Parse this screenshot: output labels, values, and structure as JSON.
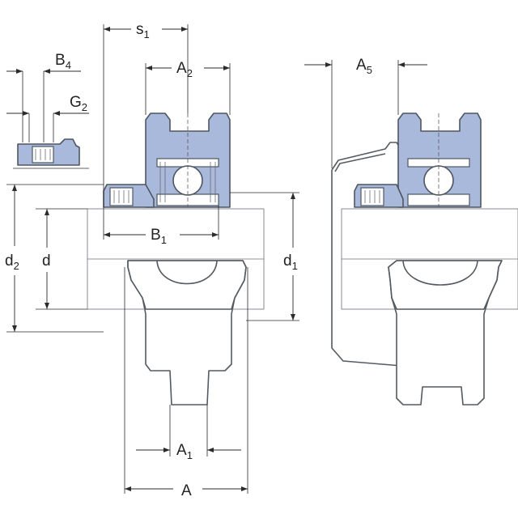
{
  "colors": {
    "housing_fill": "#a9b9dc",
    "housing_stroke": "#4e5660",
    "shaft_top": "#f4f5f6",
    "shaft_mid": "#dcdde0",
    "shaft_shadow": "#b9bbbf",
    "ball_fill": "#ffffff"
  },
  "labels": {
    "s1": {
      "main": "s",
      "sub": "1"
    },
    "a2": {
      "main": "A",
      "sub": "2"
    },
    "a5": {
      "main": "A",
      "sub": "5"
    },
    "b4": {
      "main": "B",
      "sub": "4"
    },
    "g2": {
      "main": "G",
      "sub": "2"
    },
    "b1": {
      "main": "B",
      "sub": "1"
    },
    "d2": {
      "main": "d",
      "sub": "2"
    },
    "d": {
      "main": "d"
    },
    "d1": {
      "main": "d",
      "sub": "1"
    },
    "a1": {
      "main": "A",
      "sub": "1"
    },
    "a": {
      "main": "A"
    }
  }
}
